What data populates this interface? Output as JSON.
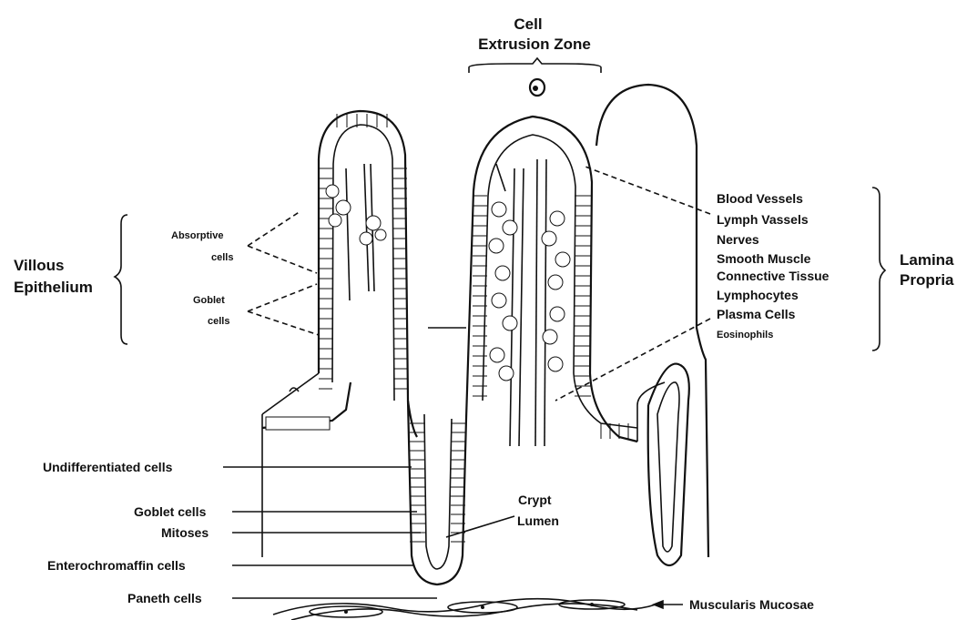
{
  "labels": {
    "cell_extrusion_zone_1": "Cell",
    "cell_extrusion_zone_2": "Extrusion Zone",
    "villous_1": "Villous",
    "villous_2": "Epithelium",
    "absorptive_1": "Absorptive",
    "absorptive_2": "cells",
    "goblet_1": "Goblet",
    "goblet_2": "cells",
    "lamina_1": "Lamina",
    "lamina_2": "Propria",
    "lamina_items": [
      "Blood Vessels",
      "Lymph Vassels",
      "Nerves",
      "Smooth Muscle",
      "Connective Tissue",
      "Lymphocytes",
      "Plasma Cells",
      "Eosinophils"
    ],
    "crypt_1": "Crypt",
    "crypt_2": "Lumen",
    "undifferentiated": "Undifferentiated cells",
    "goblet_cells": "Goblet cells",
    "mitoses": "Mitoses",
    "enterochromaffin": "Enterochromaffin cells",
    "paneth": "Paneth cells",
    "muscularis": "Muscularis Mucosae"
  }
}
